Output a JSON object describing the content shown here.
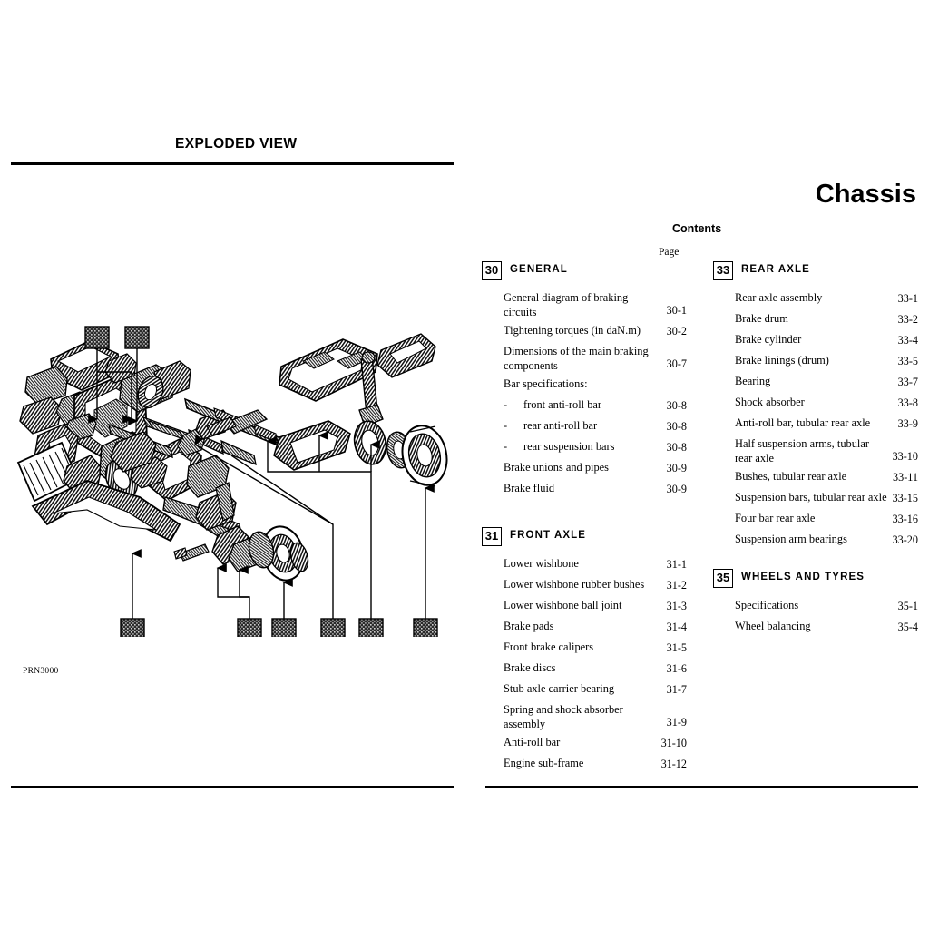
{
  "header": {
    "exploded_view_title": "EXPLODED VIEW",
    "manual_title": "Chassis",
    "contents_label": "Contents",
    "page_column_label": "Page"
  },
  "diagram": {
    "reference_code": "PRN3000",
    "description": "exploded-view line drawing of engine, front axle and rear axle assemblies with numbered callout boxes"
  },
  "contents": {
    "left_column": [
      {
        "number": "30",
        "name": "GENERAL",
        "entries": [
          {
            "text": "General diagram of braking circuits",
            "page": "30-1"
          },
          {
            "text": "Tightening torques (in daN.m)",
            "page": "30-2"
          },
          {
            "text": "Dimensions of the main braking components",
            "page": "30-7"
          },
          {
            "text": "Bar specifications:",
            "page": ""
          },
          {
            "text": "front anti-roll bar",
            "page": "30-8",
            "dash": "-"
          },
          {
            "text": "rear anti-roll bar",
            "page": "30-8",
            "dash": "-"
          },
          {
            "text": "rear suspension bars",
            "page": "30-8",
            "dash": "-"
          },
          {
            "text": "Brake unions and pipes",
            "page": "30-9"
          },
          {
            "text": "Brake fluid",
            "page": "30-9"
          }
        ]
      },
      {
        "number": "31",
        "name": "FRONT AXLE",
        "entries": [
          {
            "text": "Lower wishbone",
            "page": "31-1"
          },
          {
            "text": "Lower wishbone rubber bushes",
            "page": "31-2"
          },
          {
            "text": "Lower wishbone ball joint",
            "page": "31-3"
          },
          {
            "text": "Brake pads",
            "page": "31-4"
          },
          {
            "text": "Front brake calipers",
            "page": "31-5"
          },
          {
            "text": "Brake discs",
            "page": "31-6"
          },
          {
            "text": "Stub axle carrier bearing",
            "page": "31-7"
          },
          {
            "text": "Spring and shock absorber assembly",
            "page": "31-9"
          },
          {
            "text": "Anti-roll bar",
            "page": "31-10"
          },
          {
            "text": "Engine sub-frame",
            "page": "31-12"
          }
        ]
      }
    ],
    "right_column": [
      {
        "number": "33",
        "name": "REAR AXLE",
        "entries": [
          {
            "text": "Rear axle assembly",
            "page": "33-1"
          },
          {
            "text": "Brake drum",
            "page": "33-2"
          },
          {
            "text": "Brake cylinder",
            "page": "33-4"
          },
          {
            "text": "Brake linings (drum)",
            "page": "33-5"
          },
          {
            "text": "Bearing",
            "page": "33-7"
          },
          {
            "text": "Shock absorber",
            "page": "33-8"
          },
          {
            "text": "Anti-roll bar, tubular rear axle",
            "page": "33-9"
          },
          {
            "text": "Half suspension arms, tubular rear axle",
            "page": "33-10"
          },
          {
            "text": "Bushes, tubular rear axle",
            "page": "33-11"
          },
          {
            "text": "Suspension bars, tubular rear axle",
            "page": "33-15"
          },
          {
            "text": "Four bar rear axle",
            "page": "33-16"
          },
          {
            "text": "Suspension arm bearings",
            "page": "33-20"
          }
        ]
      },
      {
        "number": "35",
        "name": "WHEELS AND TYRES",
        "entries": [
          {
            "text": "Specifications",
            "page": "35-1"
          },
          {
            "text": "Wheel balancing",
            "page": "35-4"
          }
        ]
      }
    ]
  },
  "colors": {
    "ink": "#000000",
    "paper": "#ffffff"
  }
}
